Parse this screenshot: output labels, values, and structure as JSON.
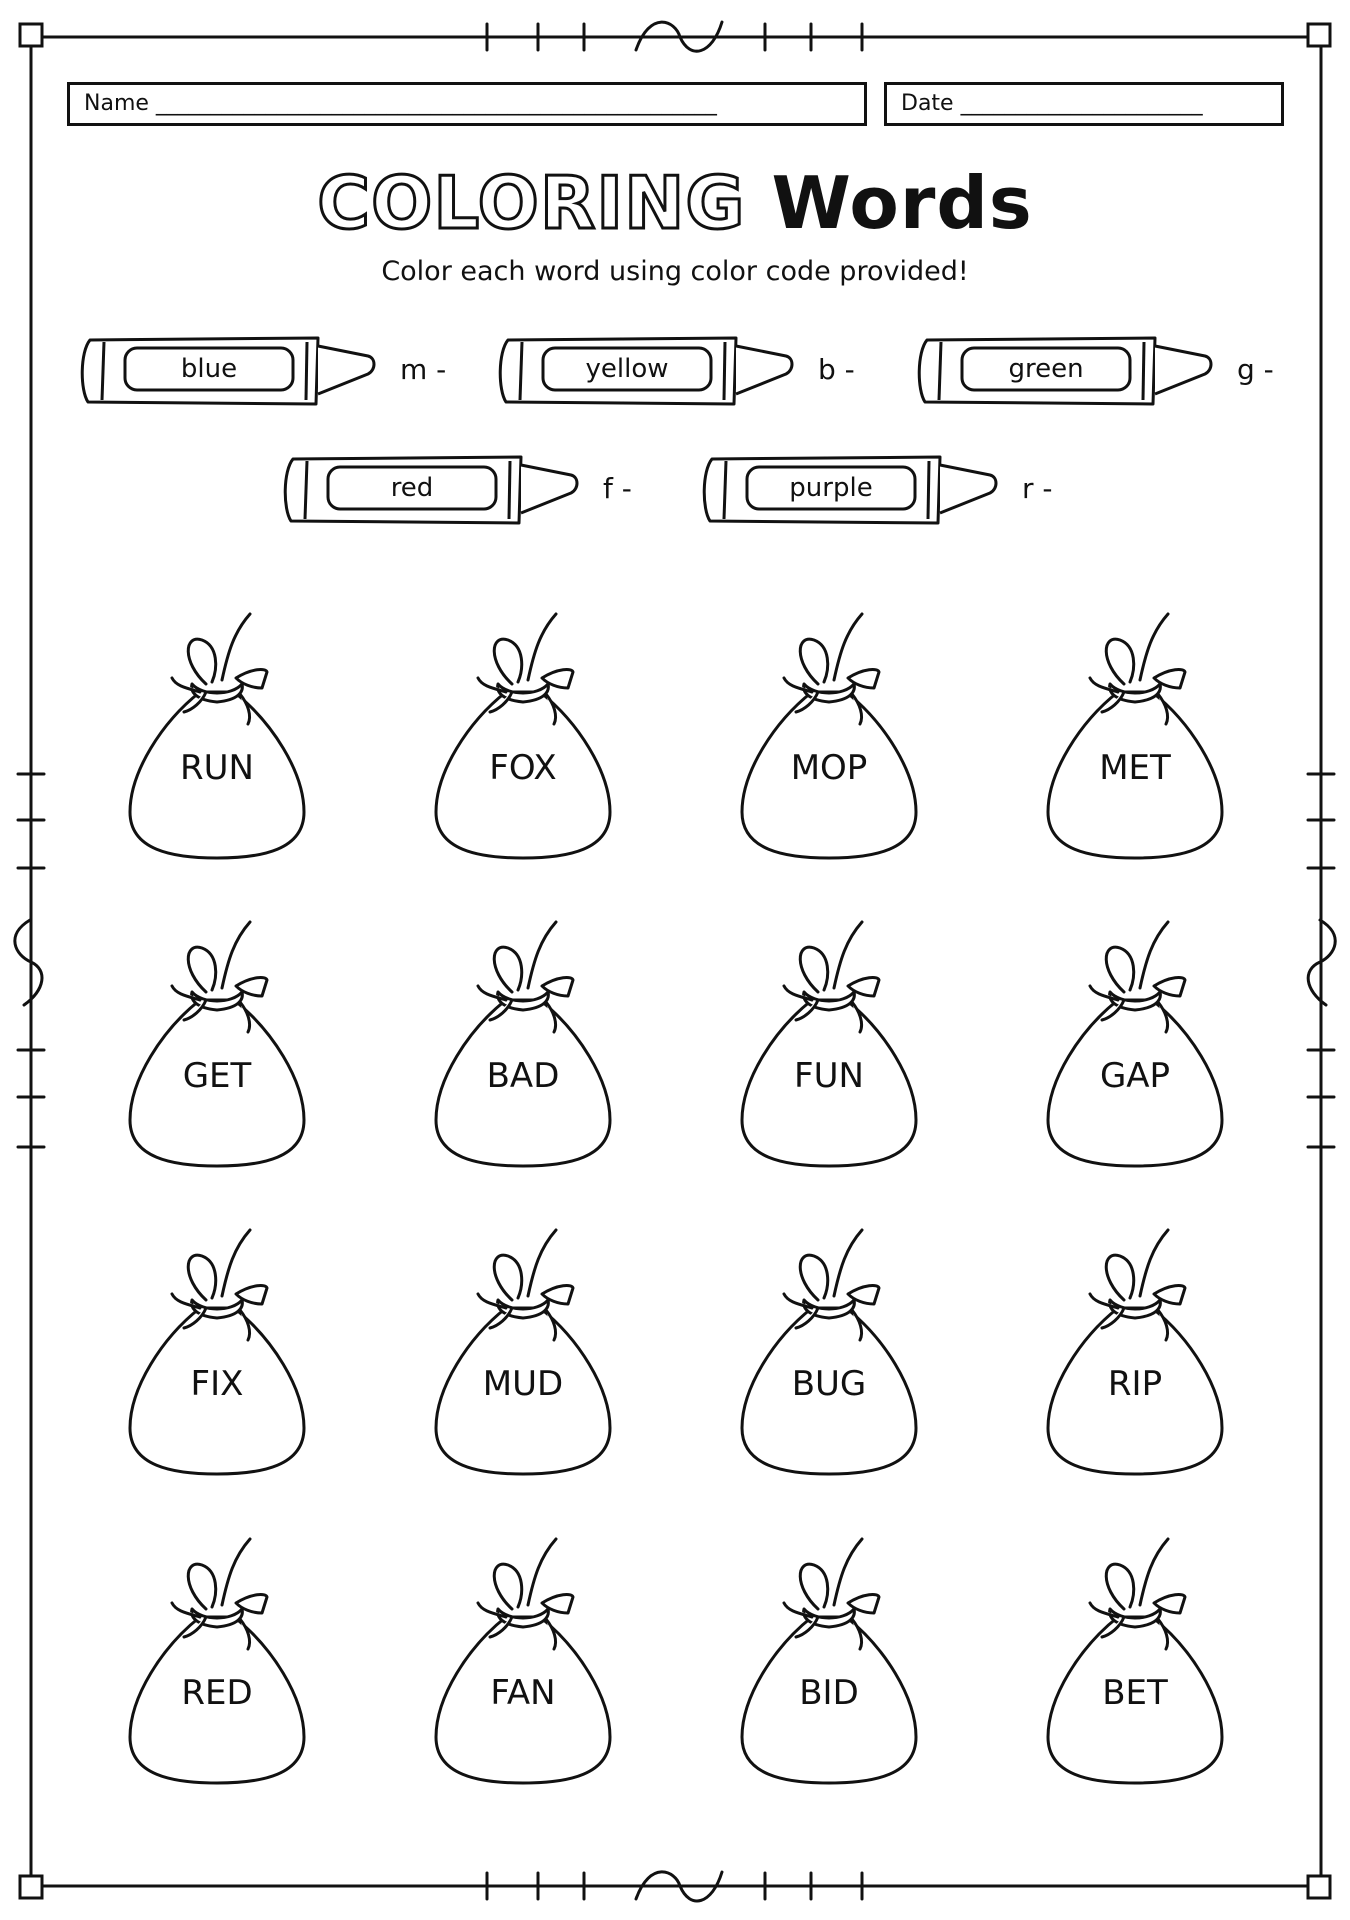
{
  "header": {
    "name_label": "Name",
    "name_blank": "___________________________________________________",
    "date_label": "Date",
    "date_blank": "______________________"
  },
  "title": {
    "outline_word": "COLORING",
    "solid_word": "Words"
  },
  "instructions": "Color each word using color code provided!",
  "color_code": [
    {
      "color": "blue",
      "letter": "m -"
    },
    {
      "color": "yellow",
      "letter": "b -"
    },
    {
      "color": "green",
      "letter": "g -"
    },
    {
      "color": "red",
      "letter": "f -"
    },
    {
      "color": "purple",
      "letter": "r -"
    }
  ],
  "words": [
    "RUN",
    "FOX",
    "MOP",
    "MET",
    "GET",
    "BAD",
    "FUN",
    "GAP",
    "FIX",
    "MUD",
    "BUG",
    "RIP",
    "RED",
    "FAN",
    "BID",
    "BET"
  ],
  "icons": {
    "crayon": "crayon-icon",
    "bag": "money-bag-icon"
  }
}
